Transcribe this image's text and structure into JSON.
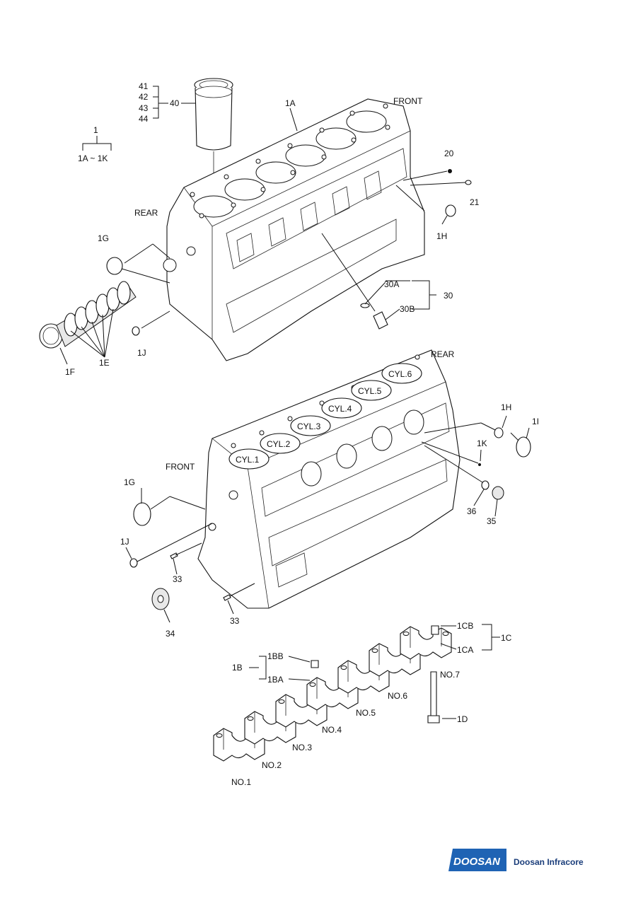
{
  "colors": {
    "logo_blue": "#1f63b4",
    "logo_dark": "#1a3d7a",
    "line": "#111111"
  },
  "labels": {
    "l41": "41",
    "l42": "42",
    "l43": "43",
    "l44": "44",
    "l40": "40",
    "l1": "1",
    "l1A_1K": "1A ~ 1K",
    "l1A": "1A",
    "front_top": "FRONT",
    "l20": "20",
    "l21": "21",
    "l1H_top": "1H",
    "rear_top": "REAR",
    "l1G_top": "1G",
    "l30A": "30A",
    "l30": "30",
    "l30B": "30B",
    "l1J_top": "1J",
    "l1F": "1F",
    "l1E": "1E",
    "rear_mid": "REAR",
    "cyl1": "CYL.1",
    "cyl2": "CYL.2",
    "cyl3": "CYL.3",
    "cyl4": "CYL.4",
    "cyl5": "CYL.5",
    "cyl6": "CYL.6",
    "l1H_mid": "1H",
    "l1I": "1I",
    "l1K": "1K",
    "front_mid": "FRONT",
    "l1G_mid": "1G",
    "l36": "36",
    "l35": "35",
    "l1J_mid": "1J",
    "l33a": "33",
    "l33b": "33",
    "l34": "34",
    "l1CB": "1CB",
    "l1C": "1C",
    "l1CA": "1CA",
    "no7": "NO.7",
    "l1BB": "1BB",
    "l1B": "1B",
    "l1BA": "1BA",
    "l1D": "1D",
    "no6": "NO.6",
    "no5": "NO.5",
    "no4": "NO.4",
    "no3": "NO.3",
    "no2": "NO.2",
    "no1": "NO.1"
  },
  "footer": {
    "logo_text": "DOOSAN",
    "brand_name": "Doosan Infracore"
  },
  "icons": {
    "top_block": "cylinder-block-top-view-icon",
    "bottom_block": "cylinder-block-bottom-view-icon",
    "liner": "cylinder-liner-icon",
    "bearing_caps": "main-bearing-cap-icon"
  }
}
